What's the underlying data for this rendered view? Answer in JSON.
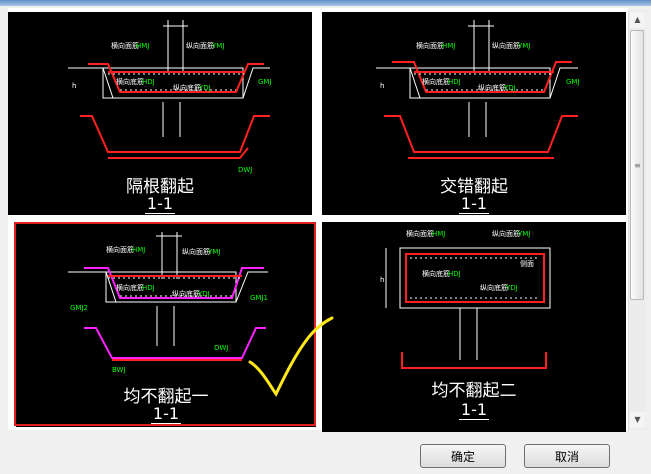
{
  "options": [
    {
      "caption": "隔根翻起",
      "section": "1-1",
      "selected": false
    },
    {
      "caption": "交错翻起",
      "section": "1-1",
      "selected": false
    },
    {
      "caption": "均不翻起一",
      "section": "1-1",
      "selected": true
    },
    {
      "caption": "均不翻起二",
      "section": "1-1",
      "selected": false
    }
  ],
  "drawing_labels": {
    "top_cross": "横向面筋",
    "top_cross_code": "HMJ",
    "top_long": "纵向面筋",
    "top_long_code": "YMJ",
    "bot_cross": "横向底筋",
    "bot_cross_code": "HDJ",
    "bot_long": "纵向底筋",
    "bot_long_code": "YDJ",
    "side": "侧面",
    "h": "h",
    "gmj": "GMJ",
    "gmj_a": "GMJ1",
    "gmj_b": "GMJ2",
    "dwj": "DWJ",
    "bwj": "BWJ"
  },
  "buttons": {
    "ok": "确定",
    "cancel": "取消"
  },
  "colors": {
    "selected_border": "#e02020",
    "rebar_red": "#ff2020",
    "rebar_magenta": "#ff20ff",
    "label_green": "#00ff00"
  }
}
